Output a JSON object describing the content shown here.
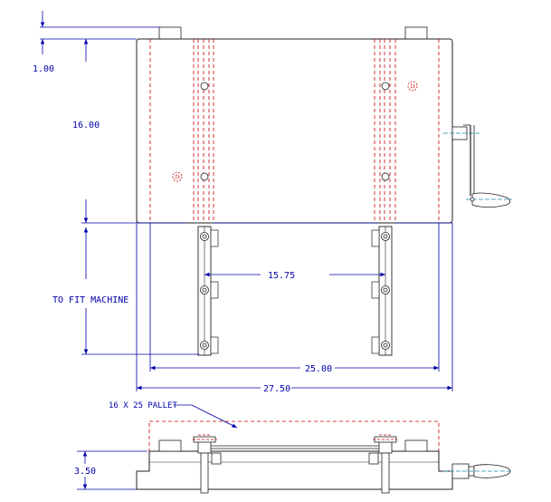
{
  "colors": {
    "outline": "#222222",
    "dimension": "#0000aa",
    "hidden_line": "#cc0000",
    "handle": "#1a8ea8"
  },
  "dimensions": {
    "top_offset": "1.00",
    "height": "16.00",
    "fit": "TO FIT MACHINE",
    "rail_spacing": "15.75",
    "inner_width": "25.00",
    "overall_width": "27.50",
    "side_height": "3.50"
  },
  "notes": {
    "pallet": "16 X 25 PALLET"
  },
  "icons": {
    "handle": "crank-handle-icon",
    "bolt": "bolt-icon",
    "arrow": "arrow-icon"
  }
}
